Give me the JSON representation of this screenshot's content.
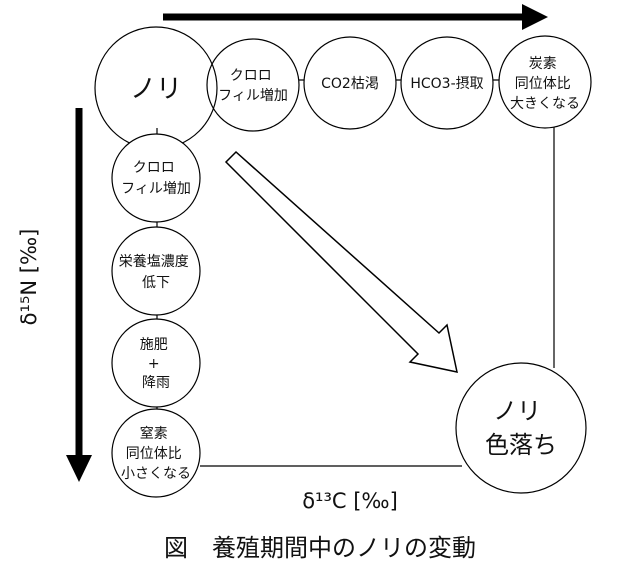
{
  "diagram": {
    "nori": "ノリ",
    "top_steps": [
      [
        "クロロ",
        "フィル増加"
      ],
      [
        "CO2枯渇"
      ],
      [
        "HCO3-摂取"
      ],
      [
        "炭素",
        "同位体比",
        "大きくなる"
      ]
    ],
    "left_steps": [
      [
        "クロロ",
        "フィル増加"
      ],
      [
        "栄養塩濃度",
        "低下"
      ],
      [
        "施肥",
        "+",
        "降雨"
      ],
      [
        "窒素",
        "同位体比",
        "小さくなる"
      ]
    ],
    "fade": [
      "ノリ",
      "色落ち"
    ],
    "x_axis_label": "δ¹³C [‰]",
    "y_axis_label": "δ¹⁵N [‰]",
    "caption": "図　養殖期間中のノリの変動"
  }
}
